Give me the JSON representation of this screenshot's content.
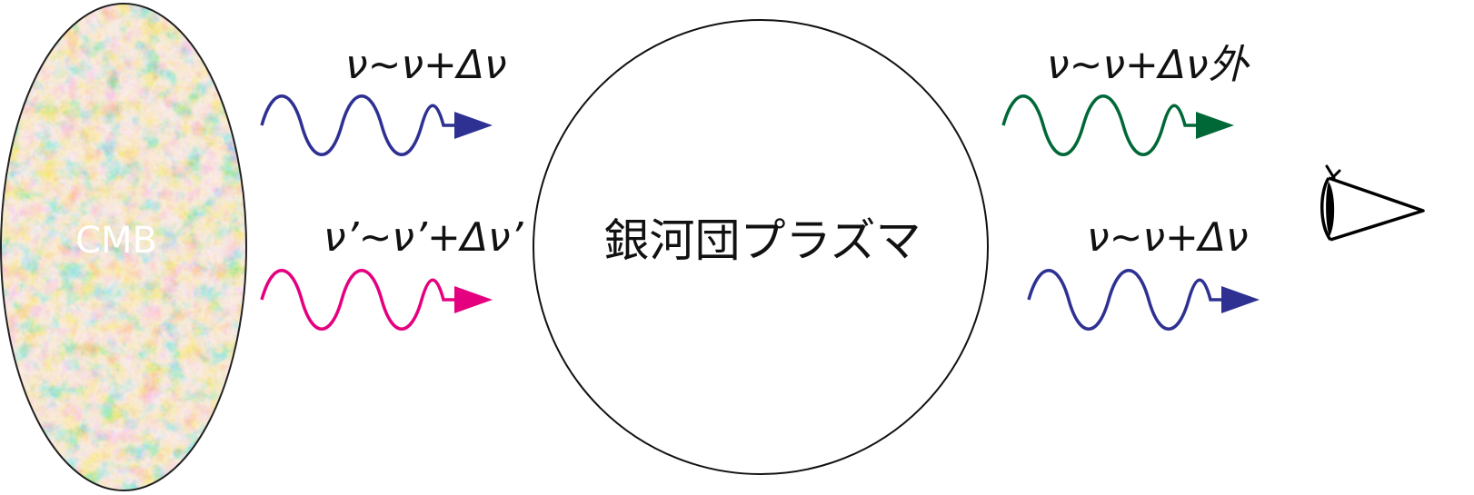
{
  "cmb": {
    "label": "CMB"
  },
  "cluster": {
    "label": "銀河団プラズマ"
  },
  "waves": {
    "incoming_top": {
      "label": "ν~ν+Δν",
      "color": "#2e3192"
    },
    "incoming_bottom": {
      "label": "ν’~ν’+Δν’",
      "color": "#e4007f"
    },
    "outgoing_top": {
      "label": "ν~ν+Δν外",
      "color": "#006837"
    },
    "outgoing_bottom": {
      "label": "ν~ν+Δν",
      "color": "#2e3192"
    }
  },
  "observer": {
    "icon": "eye-icon"
  }
}
